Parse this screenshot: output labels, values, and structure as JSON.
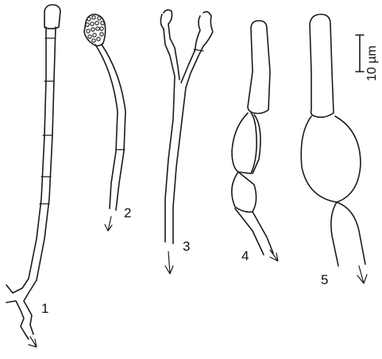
{
  "figure": {
    "labels": [
      "1",
      "2",
      "3",
      "4",
      "5"
    ],
    "scale_label": "10 µm",
    "line_color": "#1a1a1a"
  }
}
